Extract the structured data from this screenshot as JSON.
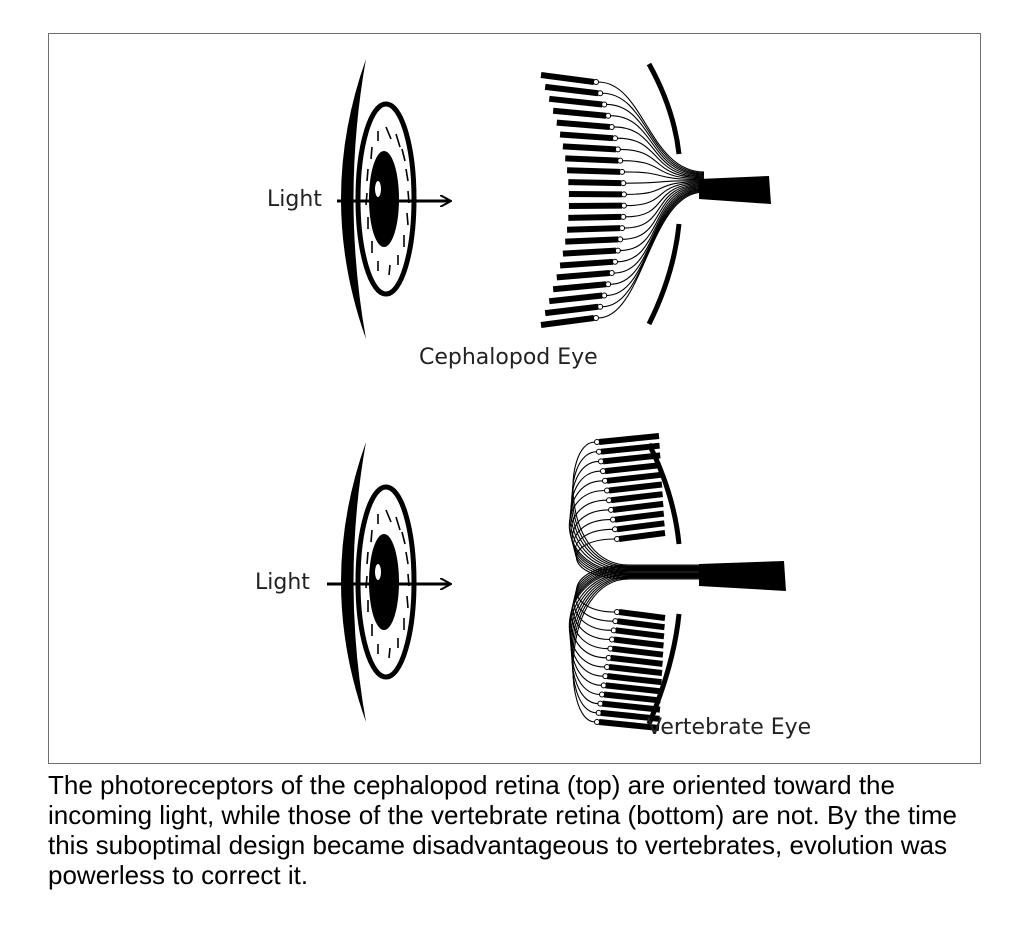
{
  "figure": {
    "top_panel": {
      "light_label": "Light",
      "title": "Cephalopod Eye"
    },
    "bottom_panel": {
      "light_label": "Light",
      "title": "Vertebrate Eye"
    }
  },
  "caption": "The photoreceptors of the cephalopod retina (top) are oriented toward the incoming light, while those of the vertebrate retina (bottom) are not. By the time this suboptimal design became disadvantageous to vertebrates, evolution was powerless to correct it.",
  "colors": {
    "ink": "#000000",
    "frame": "#6f6f6f",
    "background": "#ffffff"
  }
}
